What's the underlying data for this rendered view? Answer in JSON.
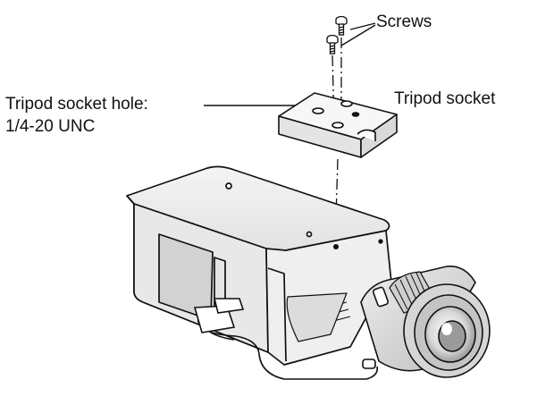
{
  "labels": {
    "screws": "Screws",
    "tripod_socket_hole_line1": "Tripod socket hole:",
    "tripod_socket_hole_line2": "1/4-20 UNC",
    "tripod_socket": "Tripod socket"
  }
}
